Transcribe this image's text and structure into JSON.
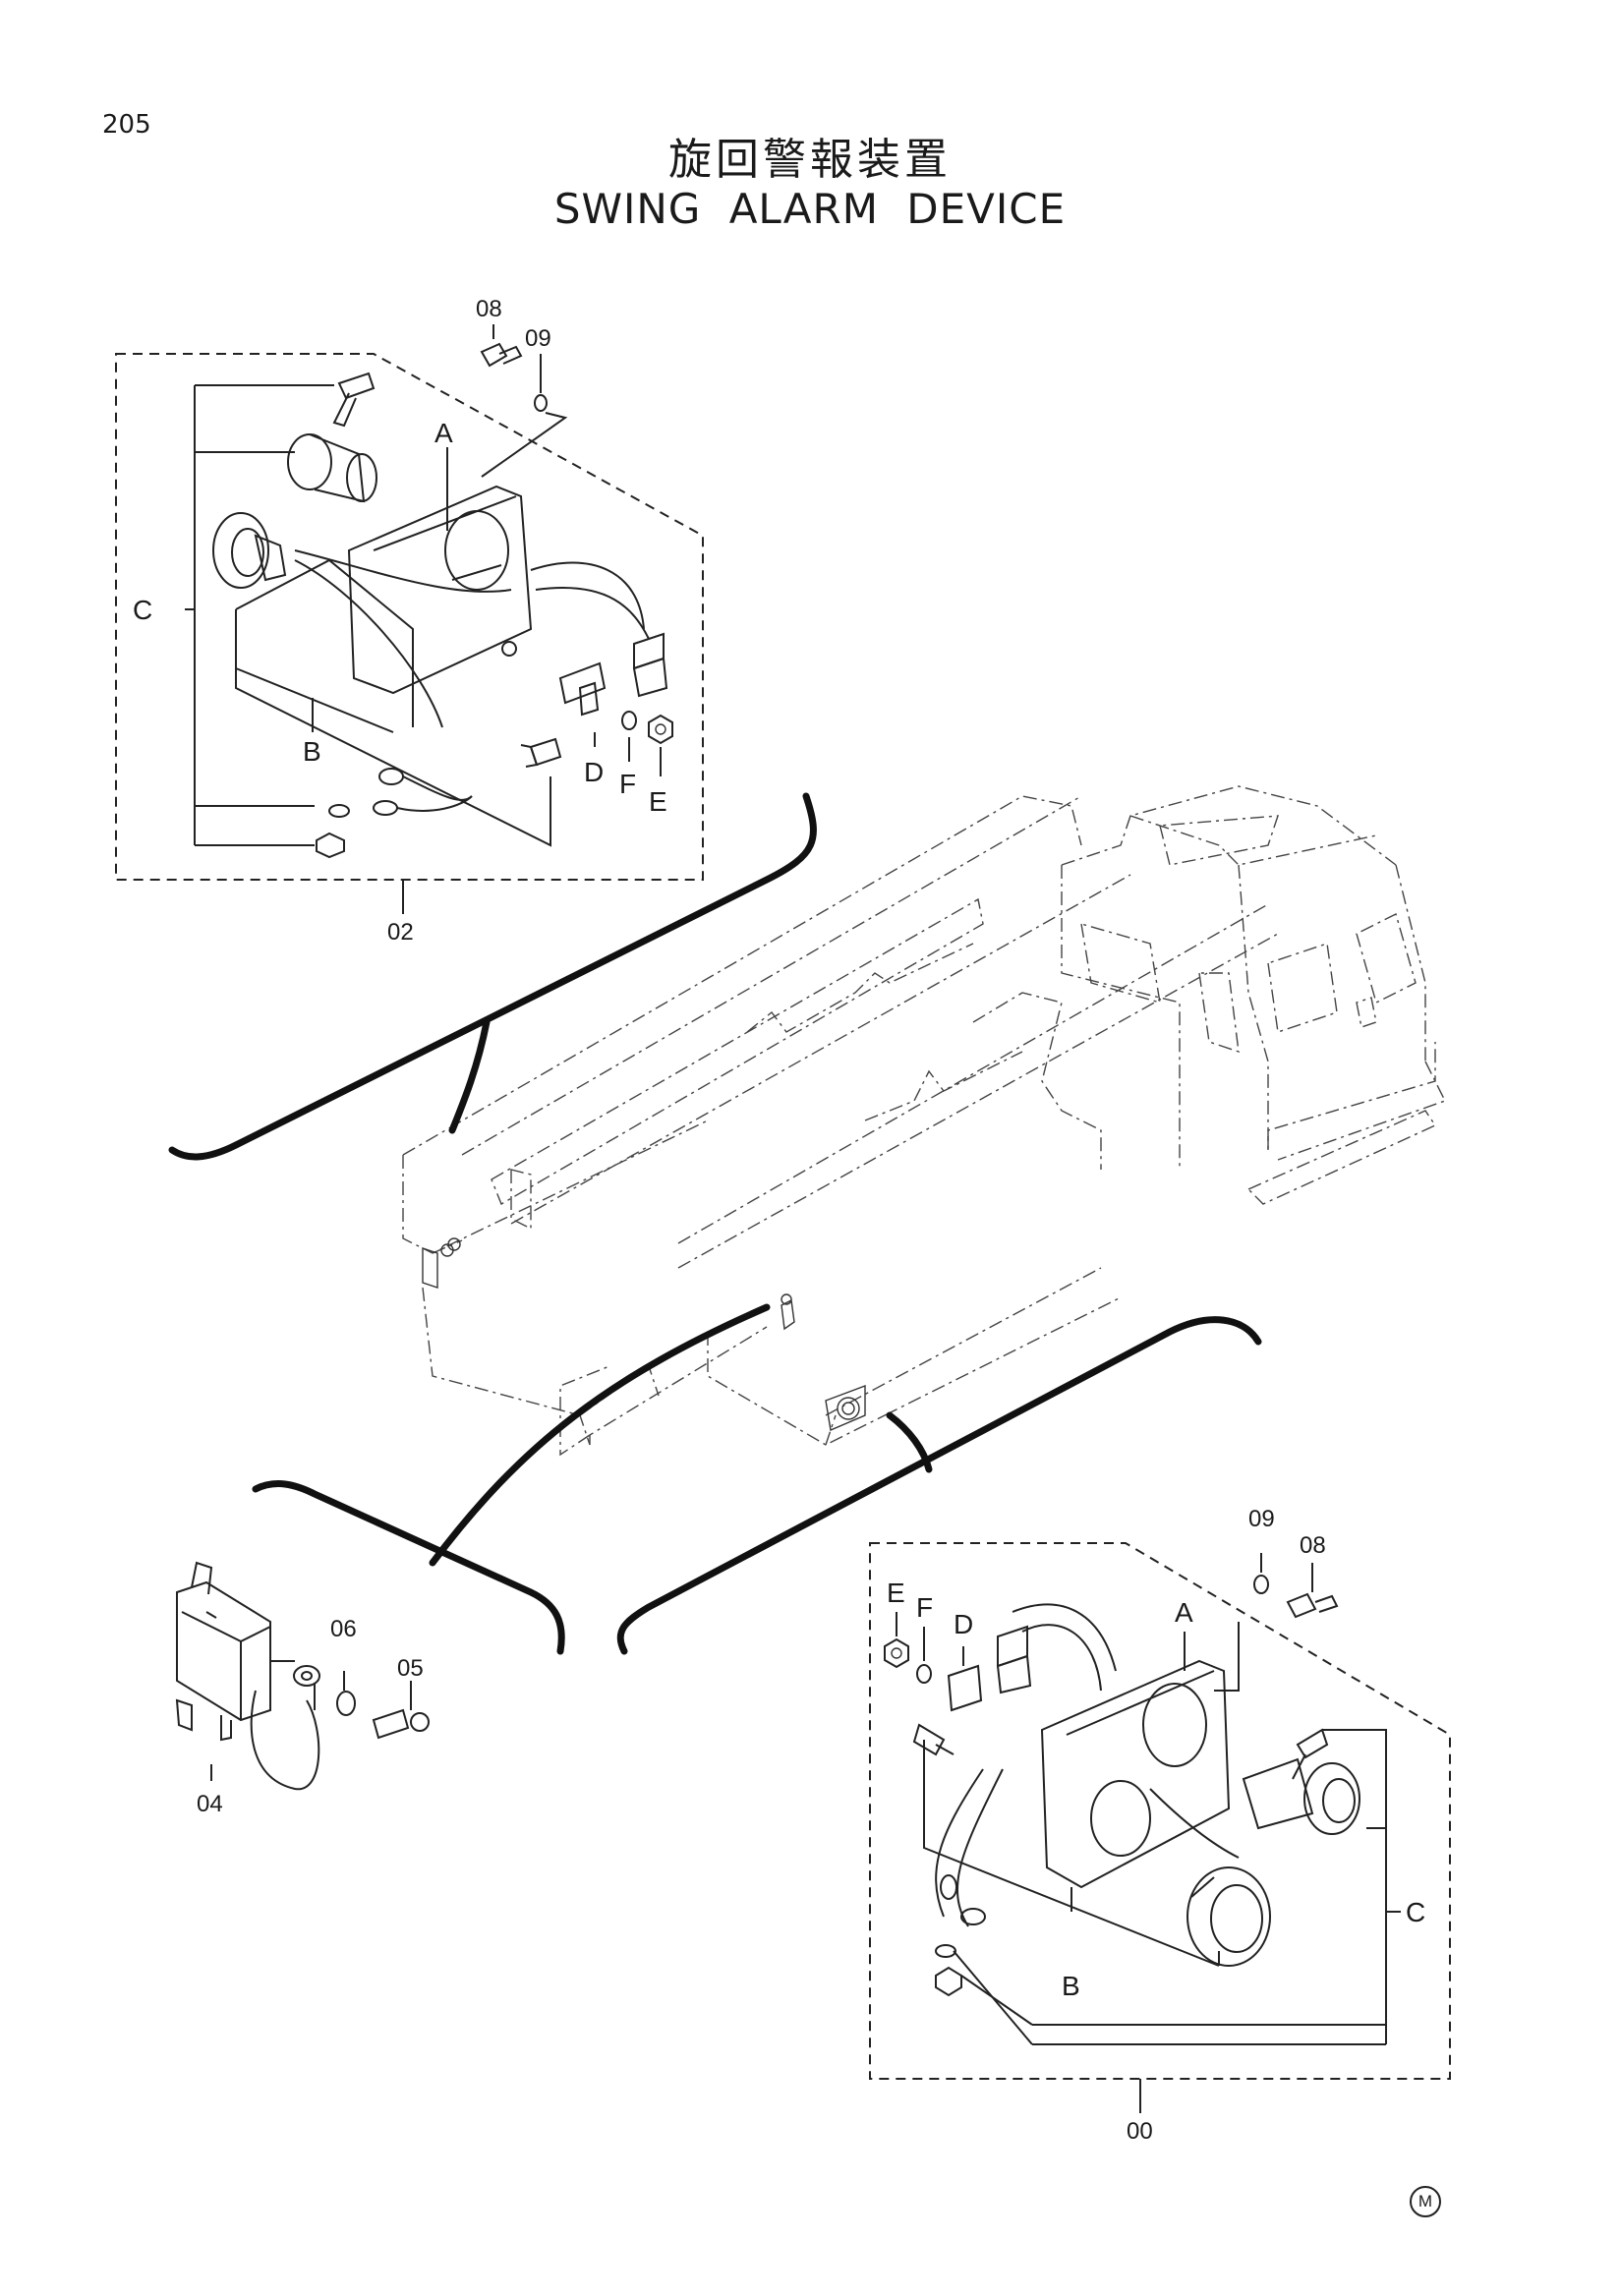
{
  "page_number": "205",
  "title": {
    "japanese": "旋回警報装置",
    "english": "SWING ALARM DEVICE"
  },
  "assembly_02": {
    "number": "02",
    "callouts": {
      "A": "A",
      "B": "B",
      "C": "C",
      "D": "D",
      "E": "E",
      "F": "F"
    },
    "parts": {
      "p08": "08",
      "p09": "09"
    }
  },
  "assembly_00": {
    "number": "00",
    "callouts": {
      "A": "A",
      "B": "B",
      "C": "C",
      "D": "D",
      "E": "E",
      "F": "F"
    },
    "parts": {
      "p08": "08",
      "p09": "09"
    }
  },
  "relay_parts": {
    "p04": "04",
    "p05": "05",
    "p06": "06"
  },
  "corner_mark": "M"
}
